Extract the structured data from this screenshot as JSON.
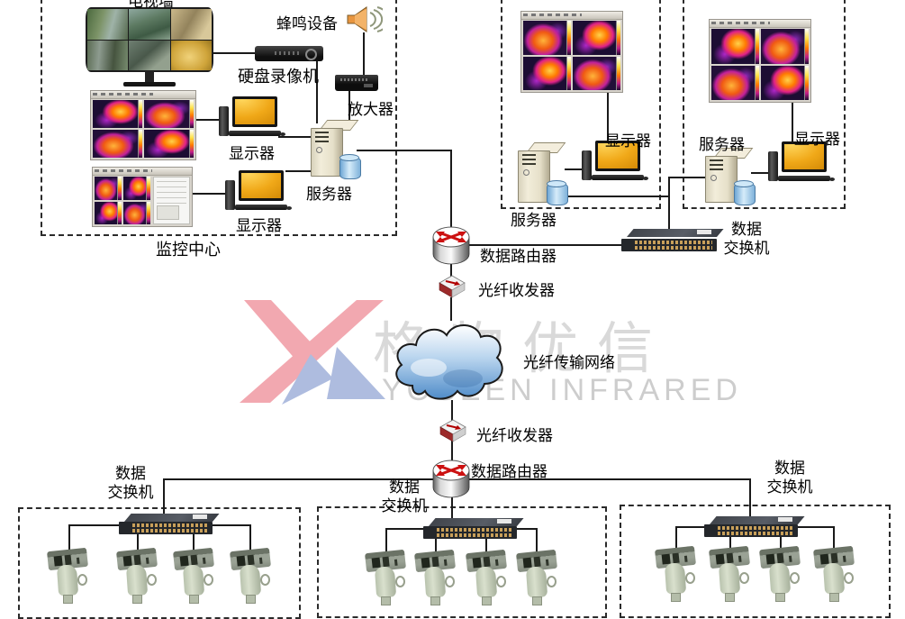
{
  "watermark": {
    "cn": "格物优信",
    "en": "YOSEEN INFRARED"
  },
  "labels": {
    "tv_wall": "电视墙",
    "buzzer": "蜂鸣设备",
    "dvr": "硬盘录像机",
    "amplifier": "放大器",
    "monitor": "显示器",
    "server": "服务器",
    "monitoring_center": "监控中心",
    "data_router": "数据路由器",
    "fiber_transceiver": "光纤收发器",
    "fiber_network": "光纤传输网络",
    "switch_line1": "数据",
    "switch_line2": "交换机"
  },
  "colors": {
    "line_black": "#1a1a1a",
    "router_arrow_red": "#cc1111",
    "cloud_blue": "#5b9bd5",
    "monitor_screen_gold": "#f0a818",
    "thermal_magenta": "#e0218a",
    "thermal_orange": "#ff7a00",
    "server_beige": "#f2edda",
    "camera_sage": "#ccd4c2",
    "watermark_pink": "#f2a8b0",
    "watermark_blue": "#aebcdf",
    "watermark_gray": "#d9d9d9"
  }
}
